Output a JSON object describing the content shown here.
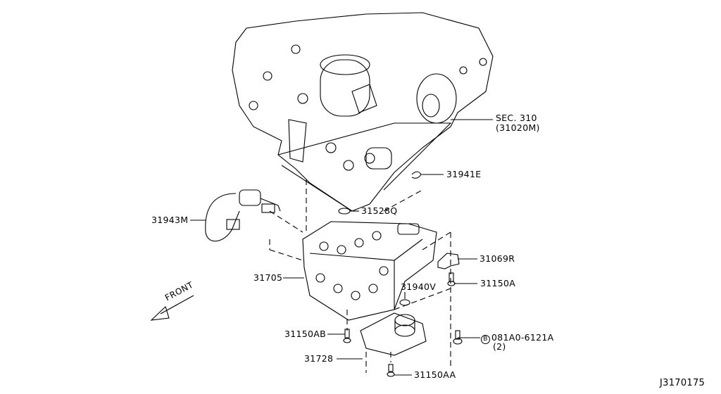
{
  "diagram": {
    "labels": {
      "sec310": "SEC. 310",
      "sec310_sub": "(31020M)",
      "p31941E": "31941E",
      "p31528Q": "31528Q",
      "p31943M": "31943M",
      "p31069R": "31069R",
      "p31705": "31705",
      "p31150A": "31150A",
      "p31940V": "31940V",
      "p31150AB": "31150AB",
      "bolt_marker": "B",
      "bolt": "081A0-6121A",
      "bolt_qty": "(2)",
      "p31728": "31728",
      "p31150AA": "31150AA"
    },
    "front_label": "FRONT",
    "diagram_id": "J3170175"
  }
}
